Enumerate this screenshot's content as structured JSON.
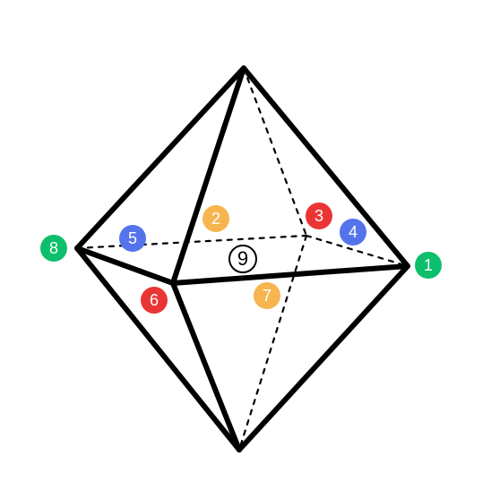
{
  "colors": {
    "edge": "#000000",
    "green": "#0dbf6b",
    "blue": "#5574ec",
    "red": "#ea3535",
    "yellow": "#f6b54f"
  },
  "labels": {
    "l1": "1",
    "l2": "2",
    "l3": "3",
    "l4": "4",
    "l5": "5",
    "l6": "6",
    "l7": "7",
    "l8": "8",
    "l9": "9"
  }
}
